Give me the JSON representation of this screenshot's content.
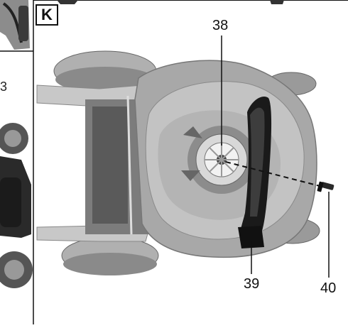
{
  "figure": {
    "panel_label": "K",
    "callouts": {
      "hub": "38",
      "blade": "39",
      "bolt": "40"
    },
    "left_fragment_text": "3"
  },
  "colors": {
    "line": "#111111",
    "deck": "#9a9a9a",
    "deck_dark": "#6e6e6e",
    "wheel": "#7a7a7a",
    "blade": "#1a1a1a",
    "hub": "#e8e8e8"
  }
}
